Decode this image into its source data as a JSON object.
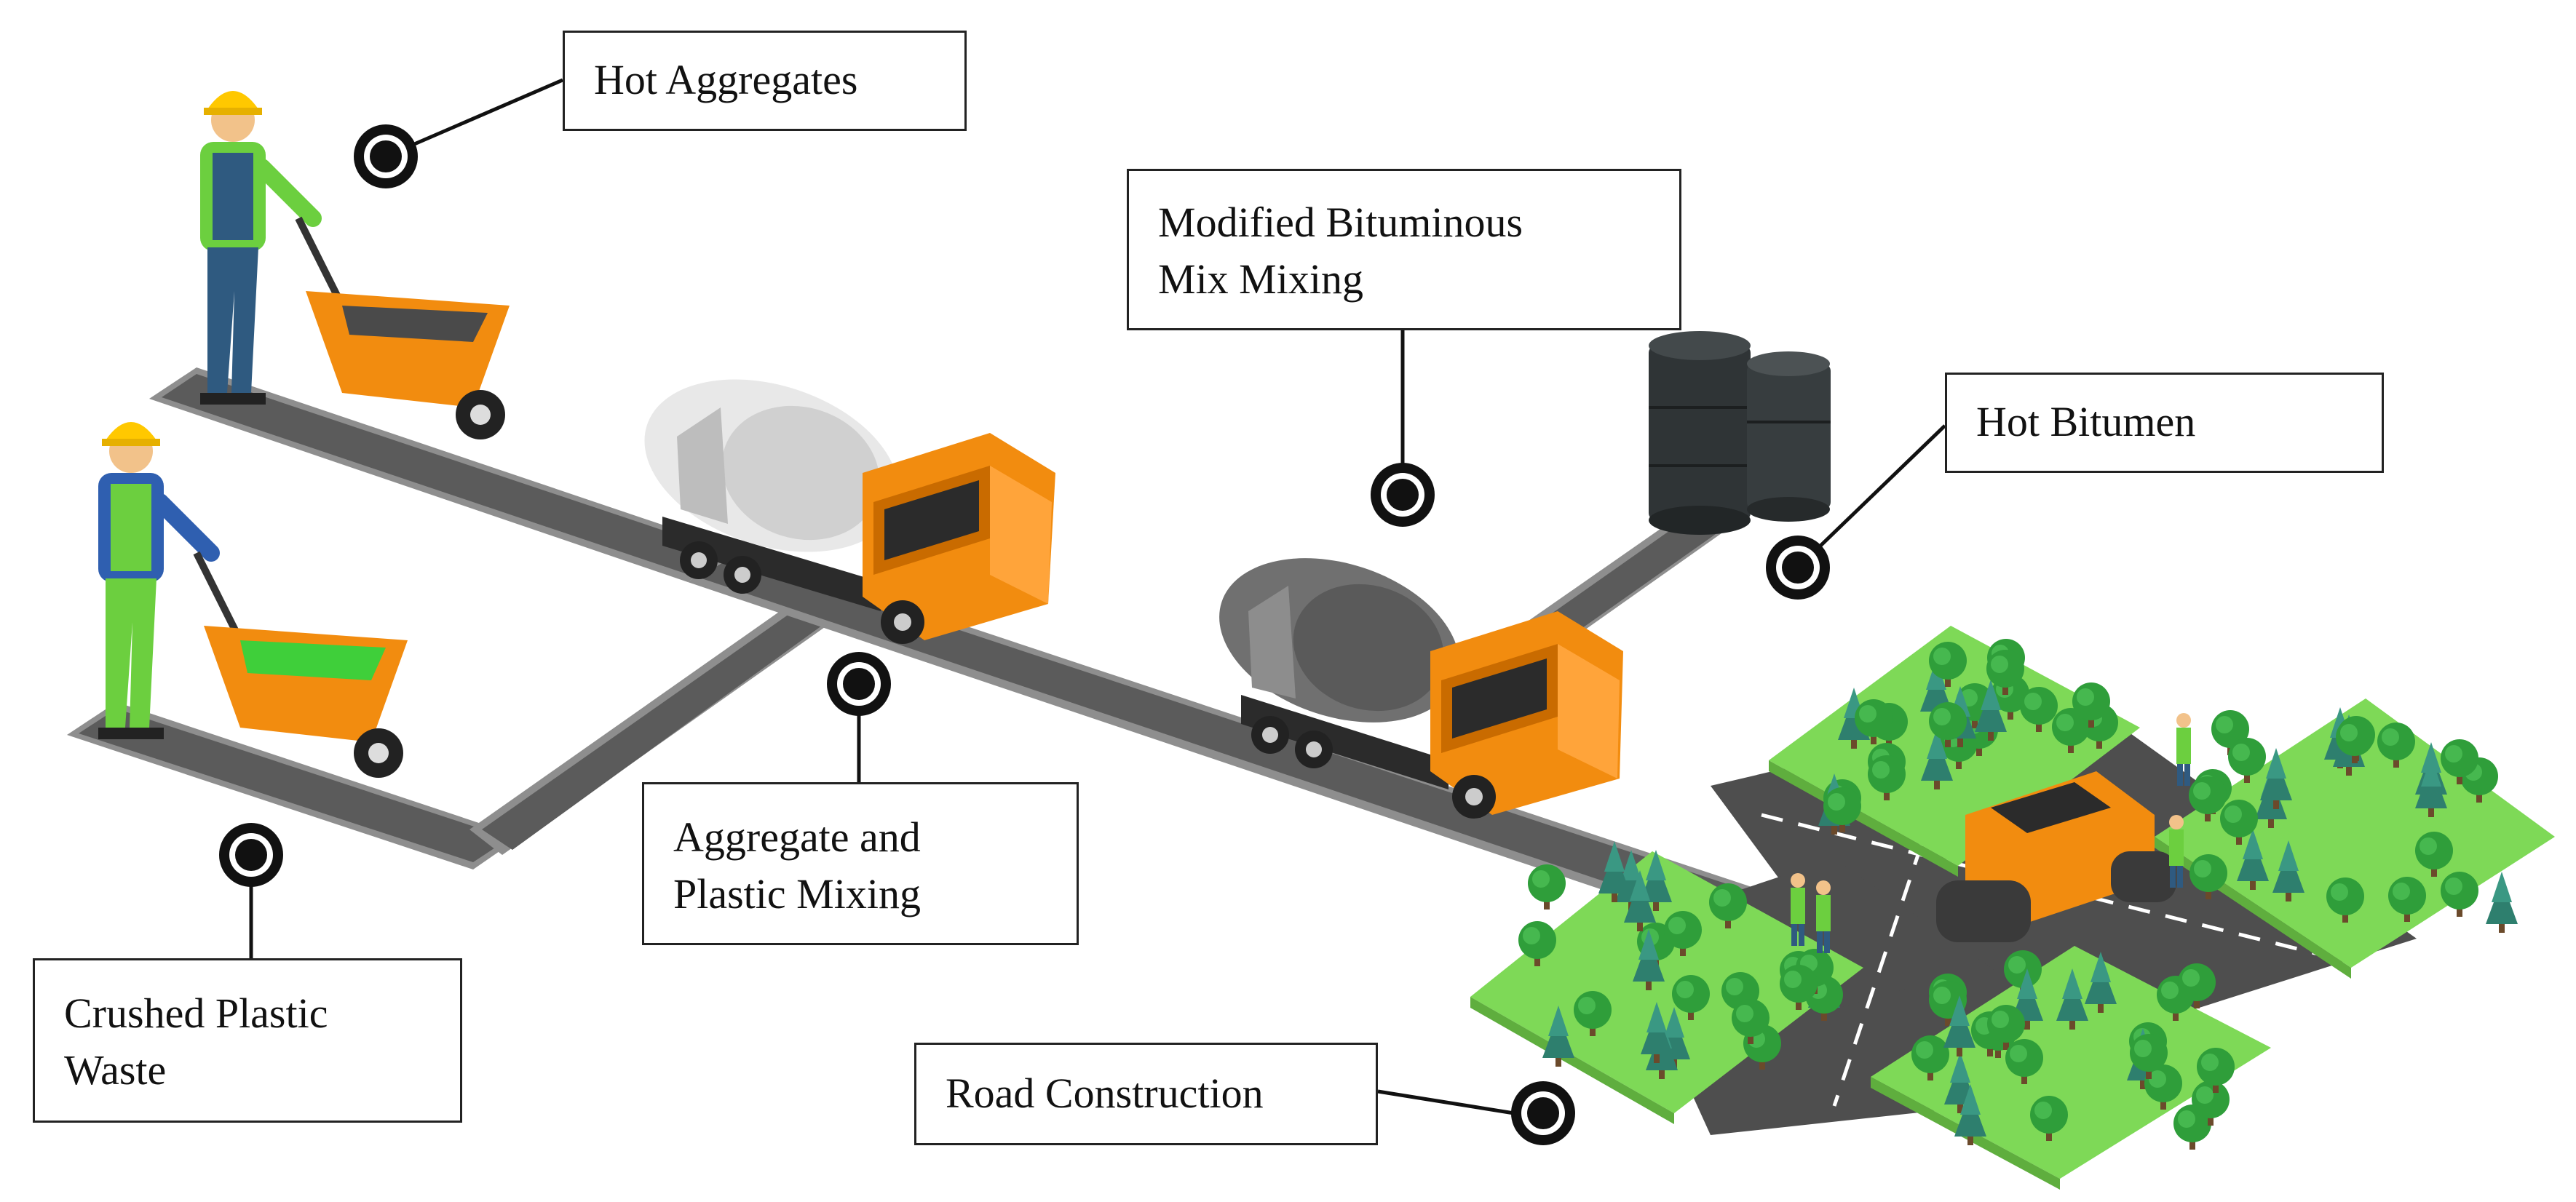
{
  "labels": {
    "hot_aggregates": "Hot Aggregates",
    "modified_line1": "Modified Bituminous",
    "modified_line2": "Mix Mixing",
    "hot_bitumen": "Hot Bitumen",
    "aggregate_line1": "Aggregate and",
    "aggregate_line2": "Plastic Mixing",
    "crushed_line1": "Crushed Plastic",
    "crushed_line2": "Waste",
    "road_construction": "Road Construction"
  },
  "icons": [
    "worker-icon",
    "wheelbarrow-icon",
    "concrete-mixer-truck-icon",
    "bitumen-barrel-icon",
    "road-roller-icon",
    "tree-icon"
  ],
  "colors": {
    "road": "#5a5a5a",
    "road_edge": "#8c8c8c",
    "truck_orange": "#f28c0f",
    "grass": "#7ed957",
    "tree": "#2f9e3a",
    "marker": "#111111"
  }
}
